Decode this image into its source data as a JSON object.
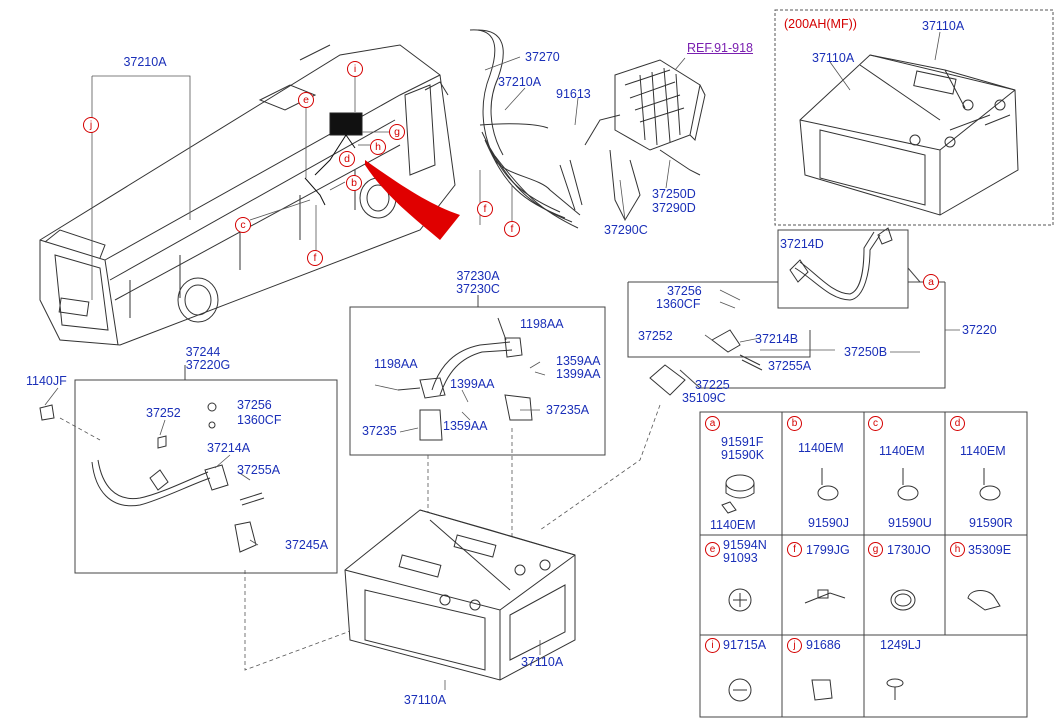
{
  "colors": {
    "label_blue": "#1a2fb8",
    "callout_red": "#d40000",
    "ref_purple": "#7a1fb0",
    "line_black": "#222222"
  },
  "icons": [
    "bus-illustration",
    "battery-icon",
    "cable-icon",
    "fuse-box-icon",
    "clamp-icon",
    "grommet-icon",
    "screw-icon"
  ],
  "labels": {
    "p37210A_top": "37210A",
    "p37270": "37270",
    "p37210A_mid": "37210A",
    "p91613": "91613",
    "ref": "REF.91-918",
    "battery_spec": "(200AH(MF))",
    "p37110A_tr1": "37110A",
    "p37110A_tr2": "37110A",
    "p37250D": "37250D",
    "p37290D": "37290D",
    "p37290C": "37290C",
    "p37214D": "37214D",
    "p37256_r": "37256",
    "p1360CF_r": "1360CF",
    "p37252_r": "37252",
    "p37214B": "37214B",
    "p37250B": "37250B",
    "p37220": "37220",
    "p37255A_r": "37255A",
    "p37225": "37225",
    "p35109C": "35109C",
    "p37230A": "37230A",
    "p37230C": "37230C",
    "p1198AA_1": "1198AA",
    "p1198AA_2": "1198AA",
    "p1359AA_1": "1359AA",
    "p1399AA_1": "1399AA",
    "p1399AA_2": "1399AA",
    "p37235A": "37235A",
    "p37235": "37235",
    "p1359AA_2": "1359AA",
    "p37244": "37244",
    "p37220G": "37220G",
    "p1140JF": "1140JF",
    "p37252_l": "37252",
    "p37256_l": "37256",
    "p1360CF_l": "1360CF",
    "p37214A": "37214A",
    "p37255A_l": "37255A",
    "p37245A": "37245A",
    "p37110A_b1": "37110A",
    "p37110A_b2": "37110A"
  },
  "callouts": {
    "bus_i": "i",
    "bus_e": "e",
    "bus_g": "g",
    "bus_h": "h",
    "bus_d": "d",
    "bus_b": "b",
    "bus_c": "c",
    "bus_j": "j",
    "bus_f": "f",
    "harness_f1": "f",
    "harness_f2": "f",
    "batt_a": "a"
  },
  "legend": [
    {
      "letter": "a",
      "parts": [
        "91591F",
        "91590K",
        "1140EM"
      ]
    },
    {
      "letter": "b",
      "parts": [
        "1140EM",
        "91590J"
      ]
    },
    {
      "letter": "c",
      "parts": [
        "1140EM",
        "91590U"
      ]
    },
    {
      "letter": "d",
      "parts": [
        "1140EM",
        "91590R"
      ]
    },
    {
      "letter": "e",
      "parts": [
        "91594N",
        "91093"
      ]
    },
    {
      "letter": "f",
      "parts": [
        "1799JG"
      ]
    },
    {
      "letter": "g",
      "parts": [
        "1730JO"
      ]
    },
    {
      "letter": "h",
      "parts": [
        "35309E"
      ]
    },
    {
      "letter": "i",
      "parts": [
        "91715A"
      ]
    },
    {
      "letter": "j",
      "parts": [
        "91686"
      ]
    },
    {
      "letter": "",
      "parts": [
        "1249LJ"
      ]
    }
  ]
}
